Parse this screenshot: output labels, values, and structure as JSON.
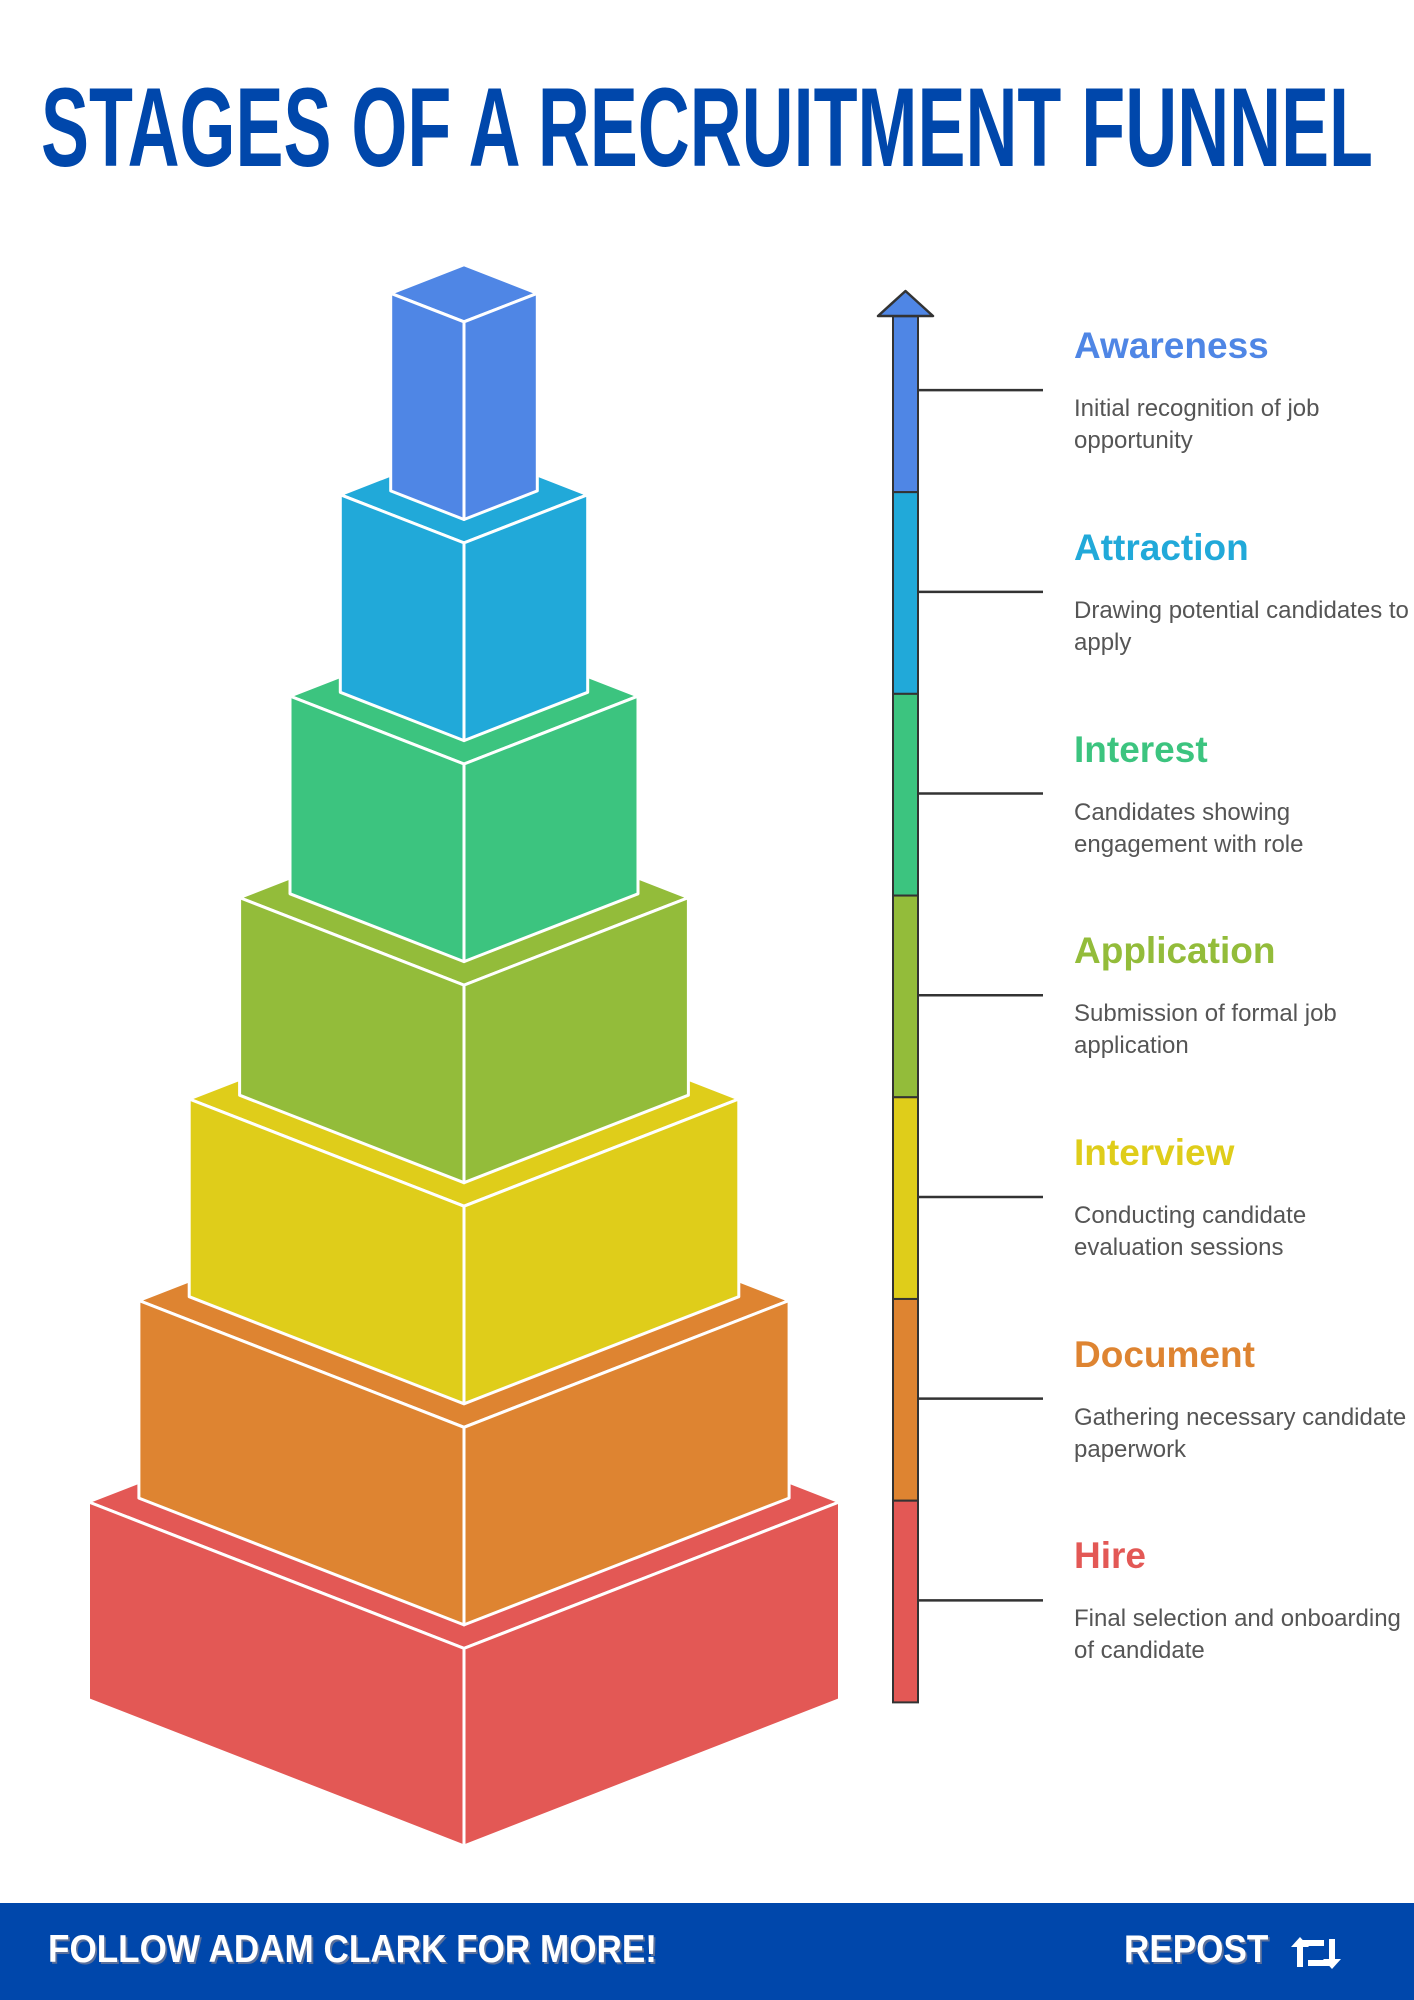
{
  "title": "STAGES OF A RECRUITMENT FUNNEL",
  "colors": {
    "title": "#0047ab",
    "footer_bg": "#0047ab",
    "description": "#555555",
    "outline": "#333333"
  },
  "stages": [
    {
      "name": "Awareness",
      "description": "Initial recognition of job opportunity",
      "color": "#4f86e5"
    },
    {
      "name": "Attraction",
      "description": "Drawing potential candidates to apply",
      "color": "#21a9d9"
    },
    {
      "name": "Interest",
      "description": "Candidates showing engagement with role",
      "color": "#3cc47f"
    },
    {
      "name": "Application",
      "description": "Submission of formal job application",
      "color": "#93bc3a"
    },
    {
      "name": "Interview",
      "description": "Conducting candidate evaluation sessions",
      "color": "#dfcd1a"
    },
    {
      "name": "Document",
      "description": "Gathering necessary candidate paperwork",
      "color": "#de8431"
    },
    {
      "name": "Hire",
      "description": "Final selection and onboarding of candidate",
      "color": "#e35855"
    }
  ],
  "footer": {
    "follow_text": "FOLLOW ADAM CLARK FOR MORE!",
    "repost_label": "REPOST",
    "repost_icon": "repost-icon"
  }
}
